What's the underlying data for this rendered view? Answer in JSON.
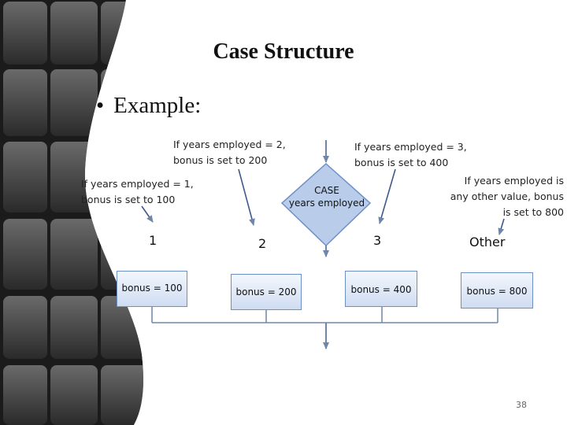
{
  "slide": {
    "title": "Case Structure",
    "bullet": "Example:",
    "page_number": "38"
  },
  "diagram": {
    "case_node": {
      "line1": "CASE",
      "line2": "years employed"
    },
    "notes": {
      "years_1": {
        "line1": "If years employed = 1,",
        "line2": "bonus is set to 100"
      },
      "years_2": {
        "line1": "If years employed = 2,",
        "line2": "bonus is set to 200"
      },
      "years_3": {
        "line1": "If years employed = 3,",
        "line2": "bonus is set to 400"
      },
      "other": {
        "line1": "If years employed is",
        "line2": "any other value, bonus",
        "line3": "is set to 800"
      }
    },
    "branches": [
      "1",
      "2",
      "3",
      "Other"
    ],
    "boxes": [
      "bonus = 100",
      "bonus = 200",
      "bonus = 400",
      "bonus = 800"
    ],
    "colors": {
      "decision_fill": "#b9cdea",
      "box_border": "#6d8fc7",
      "line": "#6f86a8"
    }
  }
}
